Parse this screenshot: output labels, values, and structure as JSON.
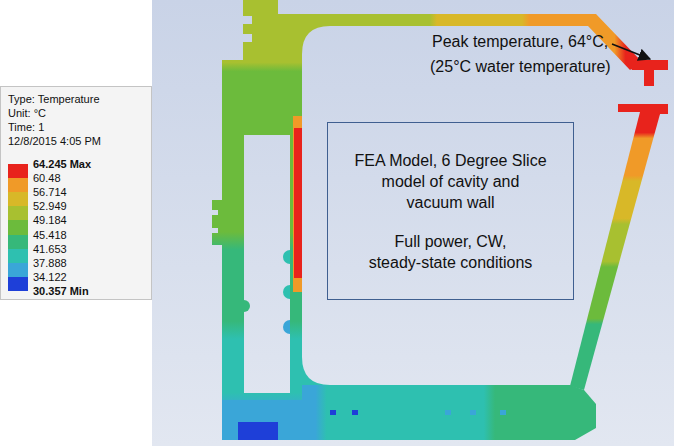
{
  "diagram": {
    "nodes": [
      {
        "text": [
          "FEA Model, 6 Degree Slice model of cavity and vacuum wall",
          "Full power, CW, steady-state conditions"
        ]
      }
    ],
    "labels": [
      "Type: Temperature",
      "Unit: °C",
      "Time: 1",
      "12/8/2015 4:05 PM",
      "30.357 Min",
      "Peak temperature, 64°C,",
      "(25°C water temperature)"
    ],
    "legend": [
      {
        "text": "64.245 Max",
        "color": "#e8231c"
      },
      {
        "text": "60.48",
        "color": "#f09a28"
      },
      {
        "text": "56.714",
        "color": "#d8b828"
      },
      {
        "text": "52.949",
        "color": "#a8c030"
      },
      {
        "text": "49.184",
        "color": "#6cbb3c"
      },
      {
        "text": "45.418",
        "color": "#36b87a"
      },
      {
        "text": "41.653",
        "color": "#2ec0b0"
      },
      {
        "text": "37.888",
        "color": "#3aa6d8"
      },
      {
        "text": "34.122",
        "color": "#1e3fd8"
      }
    ]
  }
}
